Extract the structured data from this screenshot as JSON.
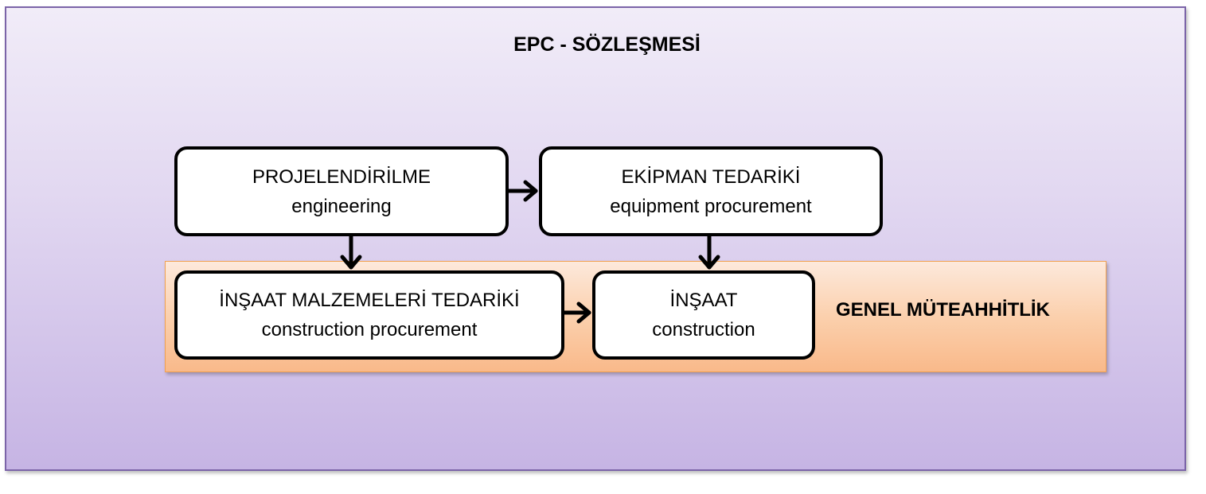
{
  "title": "EPC - SÖZLEŞMESİ",
  "band_label": "GENEL MÜTEAHHİTLİK",
  "boxes": {
    "engineering": {
      "line1": "PROJELENDİRİLME",
      "line2": "engineering"
    },
    "equipment": {
      "line1": "EKİPMAN TEDARİKİ",
      "line2": "equipment procurement"
    },
    "construction_procurement": {
      "line1": "İNŞAAT MALZEMELERİ TEDARİKİ",
      "line2": "construction procurement"
    },
    "construction": {
      "line1": "İNŞAAT",
      "line2": "construction"
    }
  },
  "colors": {
    "outer_border": "#7b64a8",
    "band_border": "#f0a050",
    "arrow": "#000000"
  }
}
